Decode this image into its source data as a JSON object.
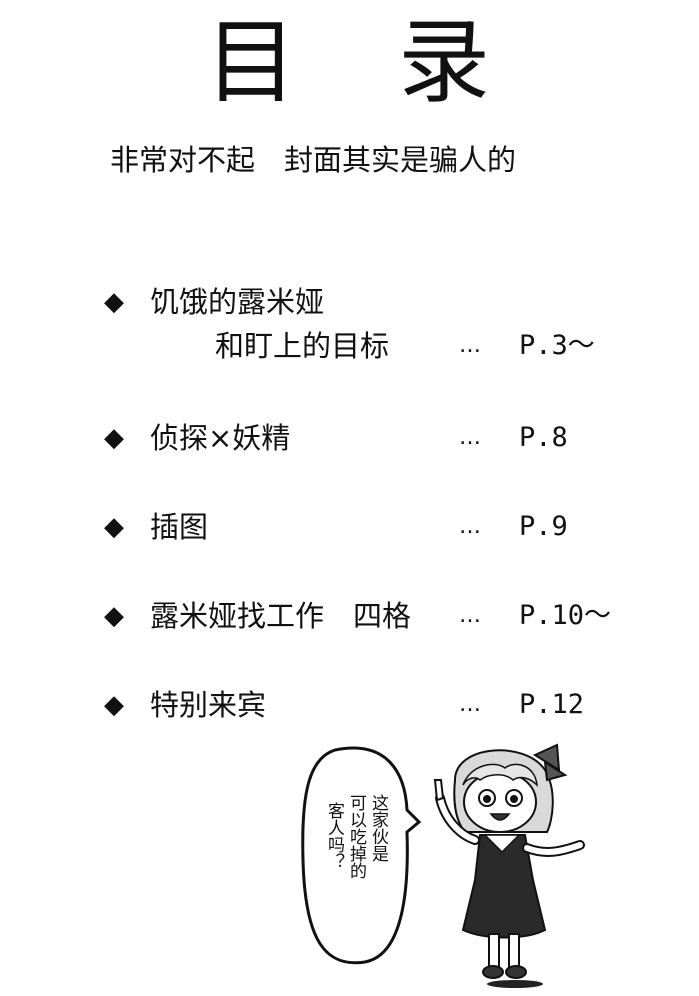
{
  "title": [
    "目",
    "录"
  ],
  "subtitle": "非常对不起　封面其实是骗人的",
  "bullet": "◆",
  "dots": "…",
  "entries": [
    {
      "line1": "饥饿的露米娅",
      "line2": "和盯上的目标",
      "page": "P.3～"
    },
    {
      "line1": "侦探×妖精",
      "page": "P.8"
    },
    {
      "line1": "插图",
      "page": "P.9"
    },
    {
      "line1": "露米娅找工作　四格",
      "page": "P.10～"
    },
    {
      "line1": "特别来宾",
      "page": "P.12"
    }
  ],
  "speech_bubble": {
    "column_right": "这家伙是",
    "column_middle": "可以吃掉的",
    "column_left": "客人吗？"
  }
}
